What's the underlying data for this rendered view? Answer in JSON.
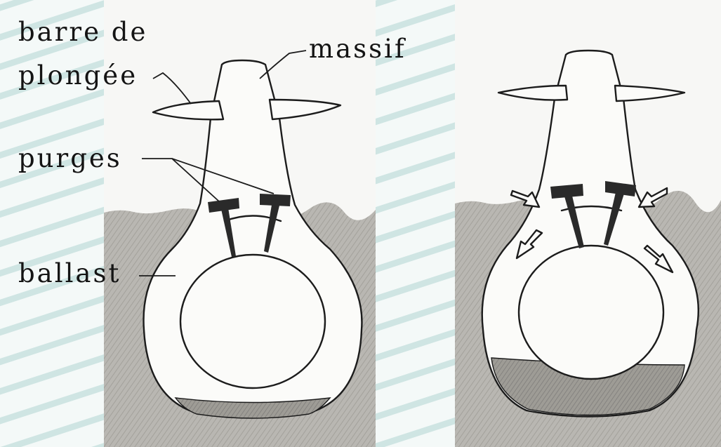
{
  "labels": {
    "dive_bar_line1": "barre de",
    "dive_bar_line2": "plongée",
    "sail": "massif",
    "vents": "purges",
    "ballast": "ballast"
  },
  "colors": {
    "background_stripes": "#cfe5e3",
    "sea": "#b9b7b2",
    "sky": "#f7f7f5",
    "ink": "#1c1c1c",
    "vent_fill": "#2a2a2a"
  }
}
